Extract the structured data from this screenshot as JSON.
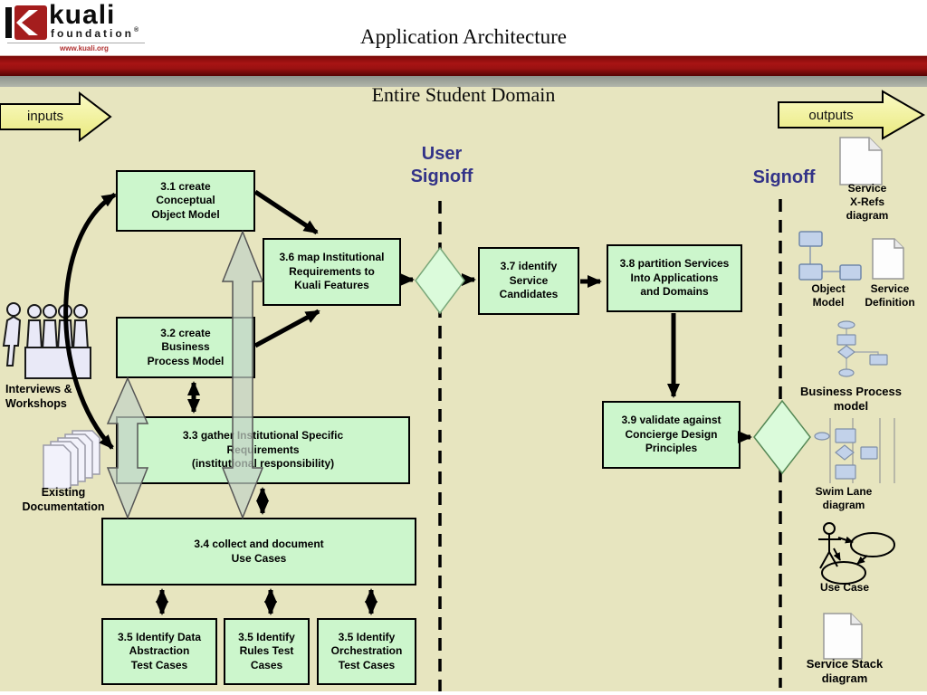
{
  "header": {
    "title": "Application Architecture",
    "logo": {
      "brand": "kuali",
      "foundation": "foundation",
      "reg": "®",
      "url": "www.kuali.org"
    }
  },
  "slide": {
    "subtitle": "Entire Student Domain",
    "inputs_label": "inputs",
    "outputs_label": "outputs"
  },
  "signoffs": {
    "user": "User\nSignoff",
    "right": "Signoff"
  },
  "process": {
    "boxes": [
      {
        "id": "3.1",
        "label": "3.1 create\nConceptual\nObject Model"
      },
      {
        "id": "3.2",
        "label": "3.2 create\nBusiness\nProcess Model"
      },
      {
        "id": "3.3",
        "label": "3.3 gather Institutional Specific\nRequirements\n(institutional responsibility)"
      },
      {
        "id": "3.4",
        "label": "3.4 collect and document\nUse Cases"
      },
      {
        "id": "3.5a",
        "label": "3.5 Identify Data\nAbstraction\nTest Cases"
      },
      {
        "id": "3.5b",
        "label": "3.5 Identify\nRules Test\nCases"
      },
      {
        "id": "3.5c",
        "label": "3.5 Identify\nOrchestration\nTest Cases"
      },
      {
        "id": "3.6",
        "label": "3.6 map Institutional\nRequirements to\nKuali Features"
      },
      {
        "id": "3.7",
        "label": "3.7 identify\nService\nCandidates"
      },
      {
        "id": "3.8",
        "label": "3.8 partition Services\nInto Applications\nand Domains"
      },
      {
        "id": "3.9",
        "label": "3.9 validate against\nConcierge Design\nPrinciples"
      }
    ]
  },
  "inputs_artifacts": [
    {
      "icon": "people-at-table-icon",
      "label": "Interviews &\nWorkshops"
    },
    {
      "icon": "document-stack-icon",
      "label": "Existing\nDocumentation"
    }
  ],
  "outputs_artifacts": [
    {
      "icon": "document-icon",
      "label": "Service\nX-Refs\ndiagram"
    },
    {
      "icon": "linked-boxes-icon",
      "label": "Object\nModel"
    },
    {
      "icon": "document-icon",
      "label": "Service\nDefinition"
    },
    {
      "icon": "flowchart-icon",
      "label": "Business Process\nmodel"
    },
    {
      "icon": "swimlane-icon",
      "label": "Swim Lane\ndiagram"
    },
    {
      "icon": "stickman-ellipses-icon",
      "label": "Use Case"
    },
    {
      "icon": "document-icon",
      "label": "Service Stack\ndiagram"
    }
  ],
  "colors": {
    "brand_red": "#991111",
    "bar_gray": "#a3a79f",
    "slide_bg": "#e7e5bf",
    "box_green": "#ccf6cc",
    "diamond_green": "#dbfbdb",
    "arrow_yellow": "#f4f49e",
    "signoff_navy": "#333388"
  }
}
